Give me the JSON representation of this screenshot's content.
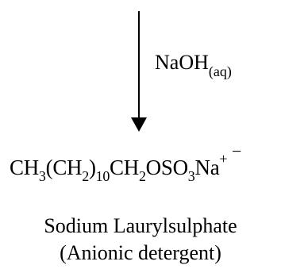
{
  "reaction": {
    "reagent": {
      "main": "NaOH",
      "subscript": "(aq)"
    },
    "product": {
      "formula_parts": [
        {
          "t": "CH",
          "k": "n"
        },
        {
          "t": "3",
          "k": "sub"
        },
        {
          "t": "(CH",
          "k": "n"
        },
        {
          "t": "2",
          "k": "sub"
        },
        {
          "t": ")",
          "k": "n"
        },
        {
          "t": "10",
          "k": "sub"
        },
        {
          "t": "CH",
          "k": "n"
        },
        {
          "t": "2",
          "k": "sub"
        },
        {
          "t": "OSO",
          "k": "n"
        },
        {
          "t": "3",
          "k": "sub"
        },
        {
          "t": "Na",
          "k": "n"
        },
        {
          "t": "+",
          "k": "sup"
        }
      ],
      "anion_charge": "−",
      "name": "Sodium Laurylsulphate",
      "classification": "(Anionic detergent)"
    }
  }
}
